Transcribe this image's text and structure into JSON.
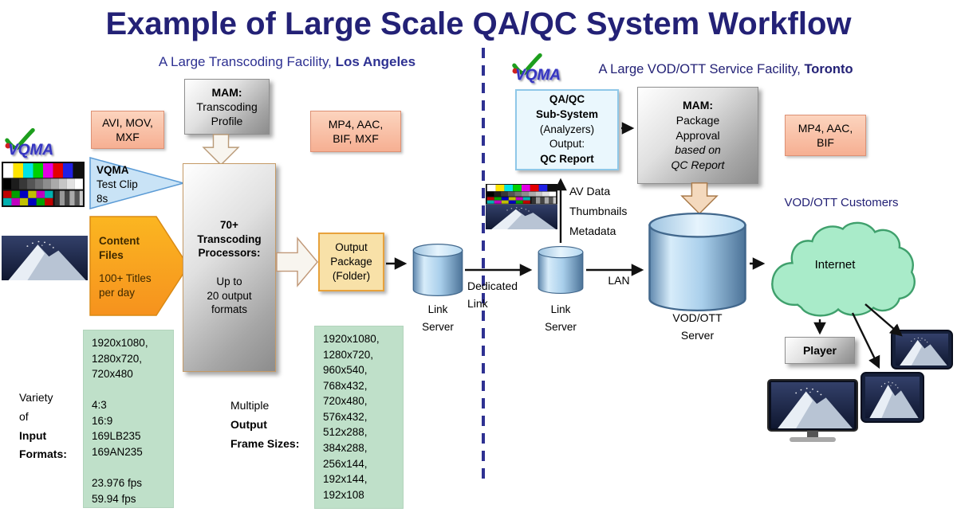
{
  "title": "Example of Large Scale QA/QC System Workflow",
  "logo": {
    "text": "VQMA"
  },
  "colors": {
    "title_navy": "#232176",
    "subtitle_blue": "#2E3192",
    "pink_box": "#F9C3AC",
    "green_box": "#BFE0C9",
    "orange_arrow": "#F9A21B",
    "cloud_green": "#A9EBC9",
    "cylinder_blue": "#AACFEB"
  },
  "left": {
    "subtitle": "A Large Transcoding Facility, ",
    "city": "Los Angeles",
    "source_formats": "AVI, MOV,\nMXF",
    "mam": {
      "title": "MAM:",
      "body": "Transcoding\nProfile"
    },
    "test_clip": {
      "name": "VQMA",
      "line2": "Test Clip",
      "line3": "8s"
    },
    "content_files": {
      "title": "Content\nFiles",
      "body": "100+ Titles\nper day"
    },
    "processors": {
      "heading": "70+\nTranscoding\nProcessors:",
      "body": "Up to\n20 output\nformats"
    },
    "output_formats": "MP4, AAC,\nBIF, MXF",
    "output_package": "Output\nPackage\n(Folder)",
    "link_server": "Link\nServer",
    "dedicated_link": "Dedicated\nLink",
    "variety": {
      "l1": "Variety",
      "l2": "of",
      "l3": "Input",
      "l4": "Formats:"
    },
    "input_sizes": "1920x1080,\n1280x720,\n720x480\n\n4:3\n16:9\n169LB235\n169AN235\n\n23.976 fps\n59.94 fps",
    "multiple": {
      "l1": "Multiple",
      "l2": "Output",
      "l3": "Frame Sizes:"
    },
    "output_sizes": "1920x1080,\n1280x720,\n960x540,\n768x432,\n720x480,\n576x432,\n512x288,\n384x288,\n256x144,\n192x144,\n192x108"
  },
  "right": {
    "subtitle": "A Large VOD/OTT Service Facility, ",
    "city": "Toronto",
    "qaqc": {
      "l1": "QA/QC",
      "l2": "Sub-System",
      "l3": "(Analyzers)",
      "l4": "Output:",
      "l5": "QC Report"
    },
    "mam": {
      "title": "MAM:",
      "l2": "Package",
      "l3": "Approval",
      "l4": "based on",
      "l5": "QC Report"
    },
    "av_data": "AV Data\nThumbnails\nMetadata",
    "link_server": "Link\nServer",
    "lan": "LAN",
    "vod_server": "VOD/OTT\nServer",
    "delivery_formats": "MP4, AAC,\nBIF",
    "customers": "VOD/OTT Customers",
    "internet": "Internet",
    "player": "Player"
  }
}
